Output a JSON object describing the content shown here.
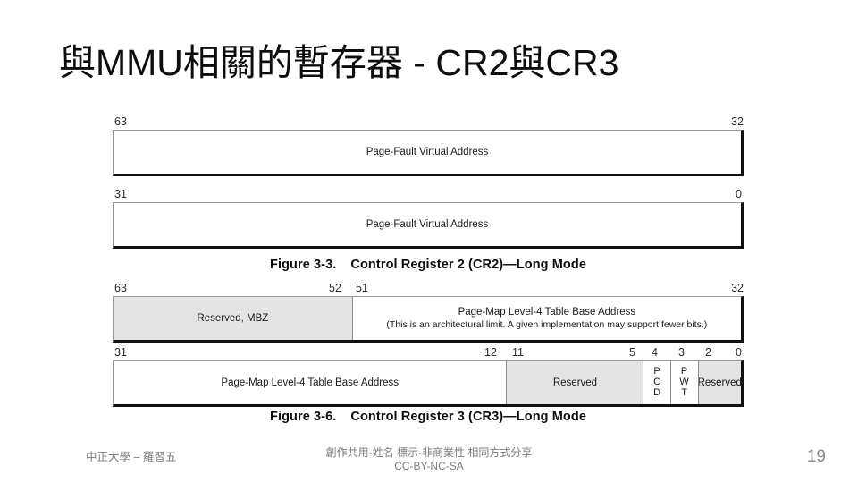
{
  "slide": {
    "title": "與MMU相關的暫存器 - CR2與CR3",
    "page_number": "19"
  },
  "figures": [
    {
      "id": "cr2",
      "caption_number": "Figure 3-3.",
      "caption_text": "Control Register 2 (CR2)—Long Mode",
      "rows": [
        {
          "bit_labels": [
            {
              "text": "63",
              "align": "left"
            },
            {
              "text": "32",
              "align": "right"
            }
          ],
          "cells": [
            {
              "label": "Page-Fault Virtual Address",
              "note": "",
              "fill": "white",
              "width_pct": 100
            }
          ]
        },
        {
          "bit_labels": [
            {
              "text": "31",
              "align": "left"
            },
            {
              "text": "0",
              "align": "right"
            }
          ],
          "cells": [
            {
              "label": "Page-Fault Virtual Address",
              "note": "",
              "fill": "white",
              "width_pct": 100
            }
          ]
        }
      ]
    },
    {
      "id": "cr3",
      "caption_number": "Figure 3-6.",
      "caption_text": "Control Register 3 (CR3)—Long Mode",
      "rows": [
        {
          "bit_labels": [
            {
              "text": "63",
              "align": "left"
            },
            {
              "text": "52",
              "align": "mid-left"
            },
            {
              "text": "51",
              "align": "mid-right"
            },
            {
              "text": "32",
              "align": "right"
            }
          ],
          "cells": [
            {
              "label": "Reserved, MBZ",
              "note": "",
              "fill": "gray",
              "width_pct": 38
            },
            {
              "label": "Page-Map Level-4 Table Base Address",
              "note": "(This is an architectural limit. A given implementation may support fewer bits.)",
              "fill": "white",
              "width_pct": 62
            }
          ]
        },
        {
          "bit_labels": [
            {
              "text": "31",
              "align": "left"
            },
            {
              "text": "12",
              "align": "b12"
            },
            {
              "text": "11",
              "align": "b11"
            },
            {
              "text": "5",
              "align": "b5"
            },
            {
              "text": "4",
              "align": "b4"
            },
            {
              "text": "3",
              "align": "b3"
            },
            {
              "text": "2",
              "align": "b2"
            },
            {
              "text": "0",
              "align": "right"
            }
          ],
          "cells": [
            {
              "label": "Page-Map Level-4 Table Base Address",
              "note": "",
              "fill": "white",
              "width_pct": 62.6
            },
            {
              "label": "Reserved",
              "note": "",
              "fill": "gray",
              "width_pct": 21.8
            },
            {
              "label": "PCD",
              "note": "",
              "fill": "white",
              "width_pct": 4.3,
              "vertical": true
            },
            {
              "label": "PWT",
              "note": "",
              "fill": "white",
              "width_pct": 4.4,
              "vertical": true
            },
            {
              "label": "Reserved",
              "note": "",
              "fill": "gray",
              "width_pct": 6.9
            }
          ]
        }
      ]
    }
  ],
  "footer": {
    "left": "中正大學 – 羅習五",
    "license_line1": "創作共用-姓名 標示-非商業性 相同方式分享",
    "license_line2": "CC-BY-NC-SA"
  }
}
